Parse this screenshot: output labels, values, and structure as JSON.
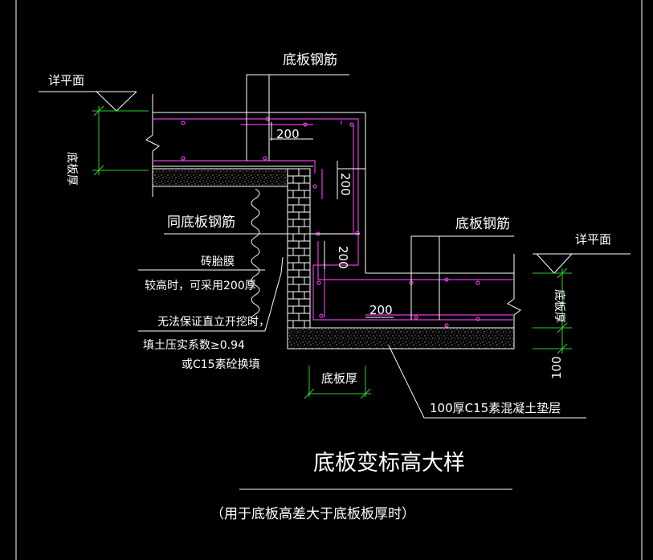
{
  "labels": {
    "slab_rebar_top": "底板钢筋",
    "slab_rebar_right": "底板钢筋",
    "same_slab_rebar": "同底板钢筋",
    "brick_mould": "砖胎膜",
    "higher_note": "较高时，可采用200厚",
    "no_excavation_1": "无法保证直立开挖时，",
    "no_excavation_2": "填土压实系数≥0.94",
    "no_excavation_3": "或C15素砼换填",
    "slab_thickness_bottom": "底板厚",
    "slab_thickness_left": "底板厚",
    "slab_thickness_right": "底板厚",
    "plan_left": "详平面",
    "plan_right": "详平面",
    "cushion_layer": "100厚C15素混凝土垫层",
    "dim_200_top": "200",
    "dim_200_vert_top": "200",
    "dim_200_vert_mid": "200",
    "dim_200_bottom": "200",
    "dim_100": "100",
    "title": "底板变标高大样",
    "subtitle": "（用于底板高差大于底板板厚时）"
  },
  "colors": {
    "background": "#000000",
    "line": "#ffffff",
    "rebar": "#e23ce2",
    "dimension": "#2bd02b"
  }
}
